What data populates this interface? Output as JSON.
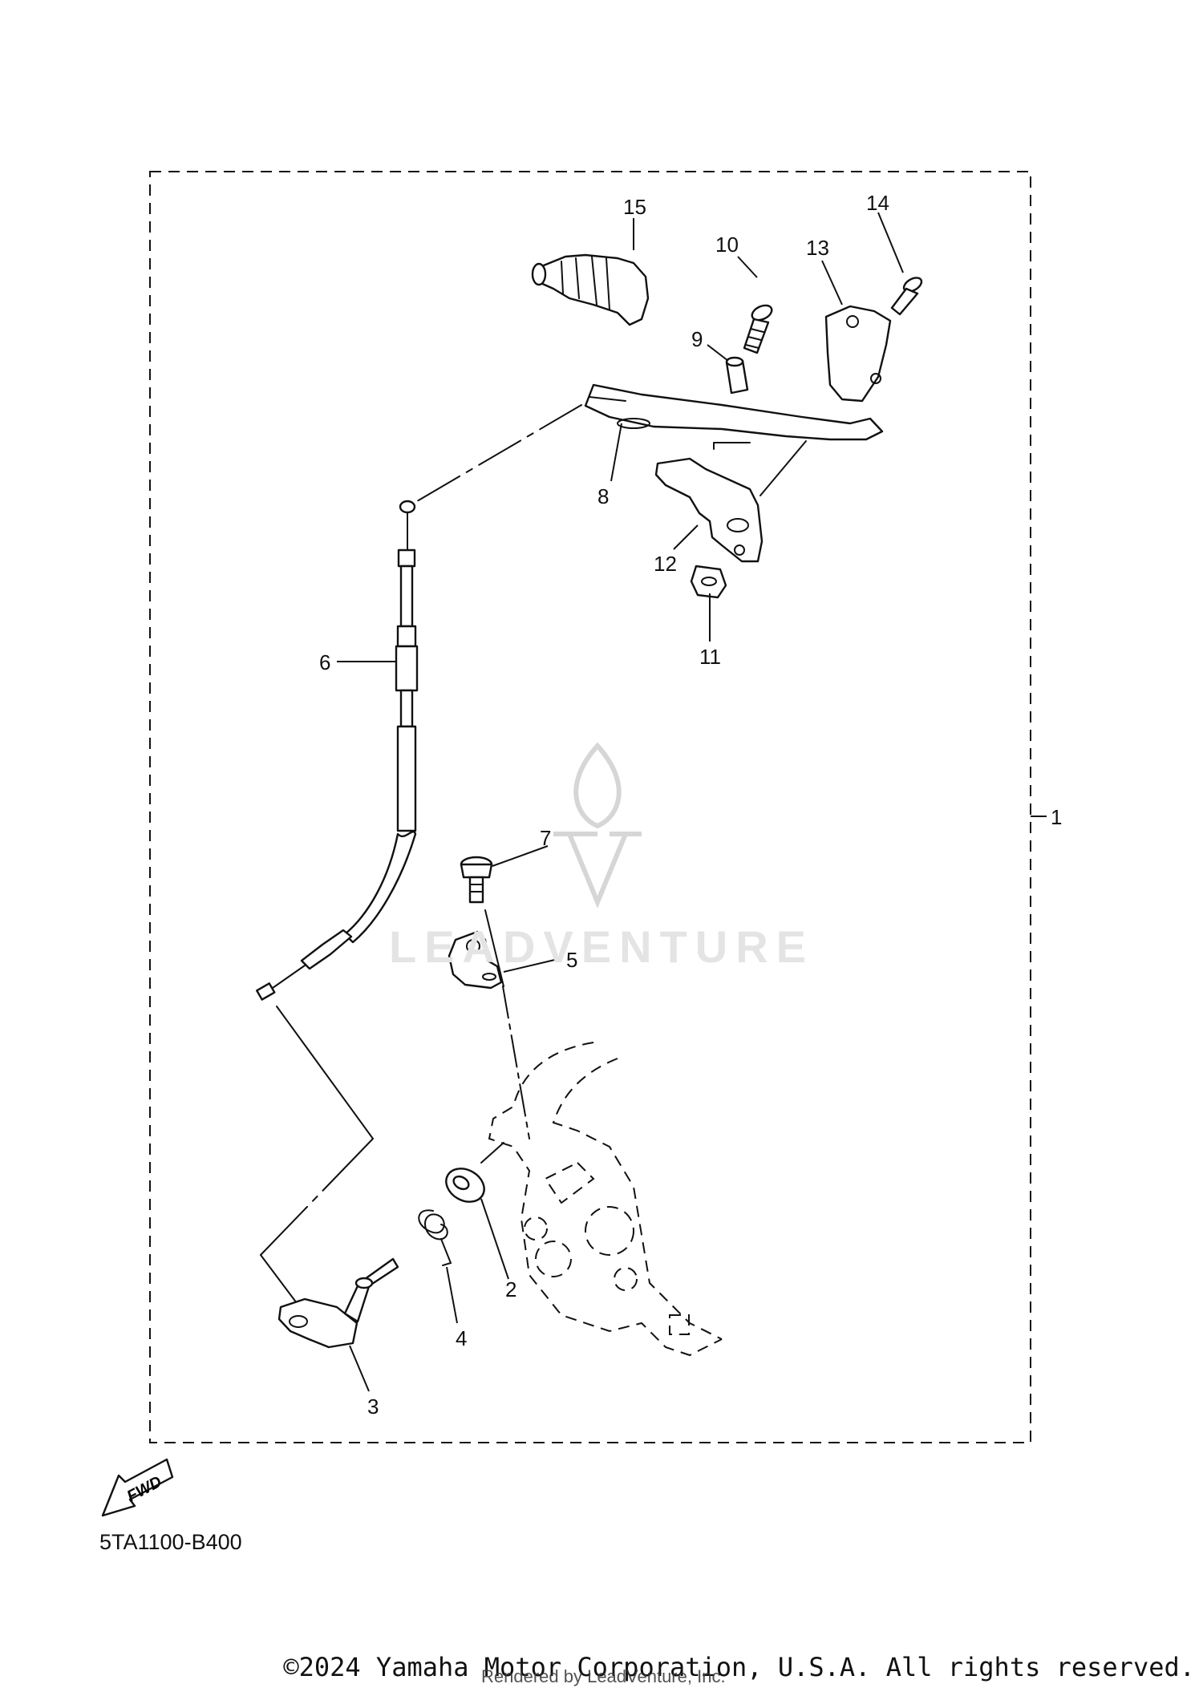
{
  "diagram": {
    "code": "5TA1100-B400",
    "fwd_label": "FWD",
    "watermark_text": "LEADVENTURE",
    "callouts": [
      "1",
      "2",
      "3",
      "4",
      "5",
      "6",
      "7",
      "8",
      "9",
      "10",
      "11",
      "12",
      "13",
      "14",
      "15"
    ]
  },
  "footer": {
    "copyright": "©2024 Yamaha Motor Corporation, U.S.A. All rights reserved.",
    "rendered_by": "Rendered by LeadVenture, Inc."
  }
}
